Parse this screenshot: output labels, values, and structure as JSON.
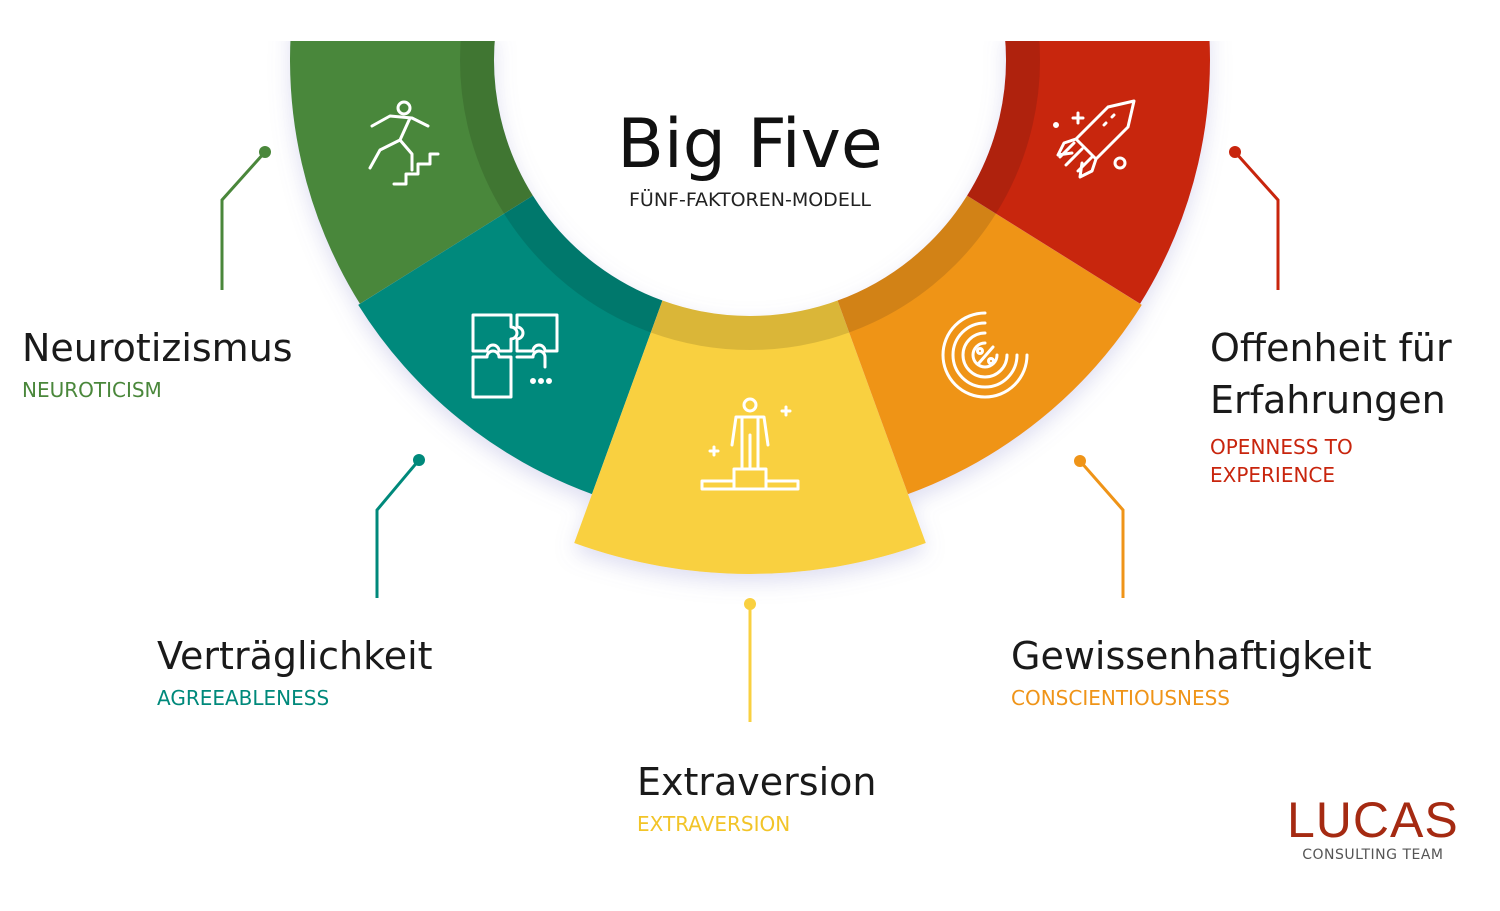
{
  "title": {
    "main": "Big Five",
    "subtitle": "FÜNF-FAKTOREN-MODELL"
  },
  "factors": [
    {
      "id": "neurotizismus",
      "de": "Neurotizismus",
      "en": "NEUROTICISM",
      "color": "#4a873b",
      "icon": "person-climbing-stairs-icon"
    },
    {
      "id": "vertraeglichkeit",
      "de": "Verträglichkeit",
      "en": "AGREEABLENESS",
      "color": "#00897b",
      "icon": "puzzle-icon"
    },
    {
      "id": "extraversion",
      "de": "Extraversion",
      "en": "EXTRAVERSION",
      "color": "#f9d040",
      "icon": "person-on-podium-icon"
    },
    {
      "id": "gewissenhaftigkeit",
      "de": "Gewissenhaftigkeit",
      "en": "CONSCIENTIOUSNESS",
      "color": "#ef9418",
      "icon": "target-percent-icon"
    },
    {
      "id": "offenheit",
      "de": "Offenheit für Erfahrungen",
      "de_line1": "Offenheit für",
      "de_line2": "Erfahrungen",
      "en_line1": "OPENNESS TO",
      "en_line2": "EXPERIENCE",
      "color": "#c8250d",
      "icon": "rocket-icon"
    }
  ],
  "logo": {
    "name": "LUCAS",
    "tagline": "CONSULTING TEAM"
  }
}
